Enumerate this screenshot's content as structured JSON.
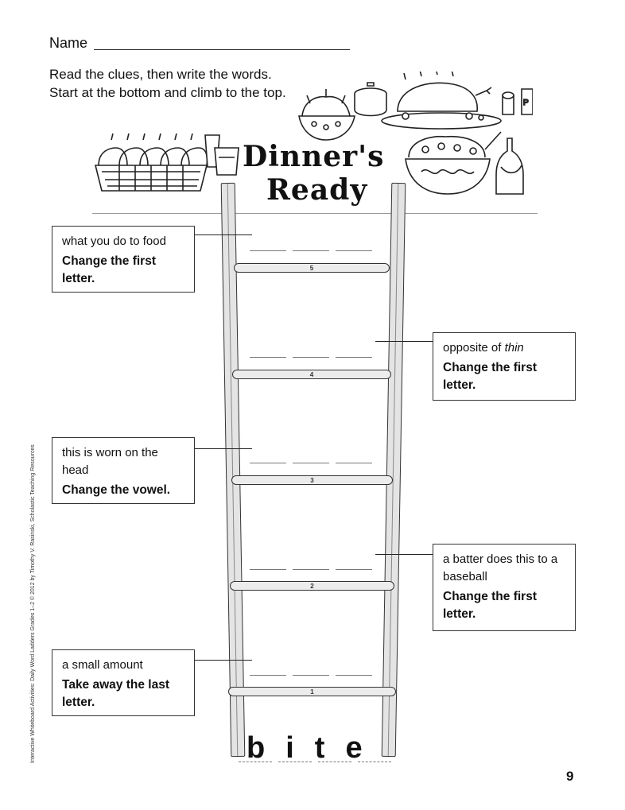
{
  "header": {
    "name_label": "Name",
    "instruction_1": "Read the clues, then write the words.",
    "instruction_2": "Start at the bottom and climb to the top.",
    "title_line1": "Dinner's",
    "title_line2": "Ready"
  },
  "clues": [
    {
      "clue": "what you do to food",
      "instruction": "Change the first letter.",
      "rung": "5"
    },
    {
      "clue": "opposite of thin",
      "clue_plain": "opposite of ",
      "clue_italic": "thin",
      "instruction": "Change the first letter.",
      "rung": "4"
    },
    {
      "clue": "this is worn on the head",
      "instruction": "Change the vowel.",
      "rung": "3"
    },
    {
      "clue": "a batter does this to a baseball",
      "instruction": "Change the first letter.",
      "rung": "2"
    },
    {
      "clue": "a small amount",
      "instruction": "Take away the last letter.",
      "rung": "1"
    }
  ],
  "start_word": [
    "b",
    "i",
    "t",
    "e"
  ],
  "side_credit": "Interactive Whiteboard Activities: Daily Word Ladders Grades 1–2 © 2012 by Timothy V. Rasinski, Scholastic Teaching Resources",
  "page_number": "9"
}
